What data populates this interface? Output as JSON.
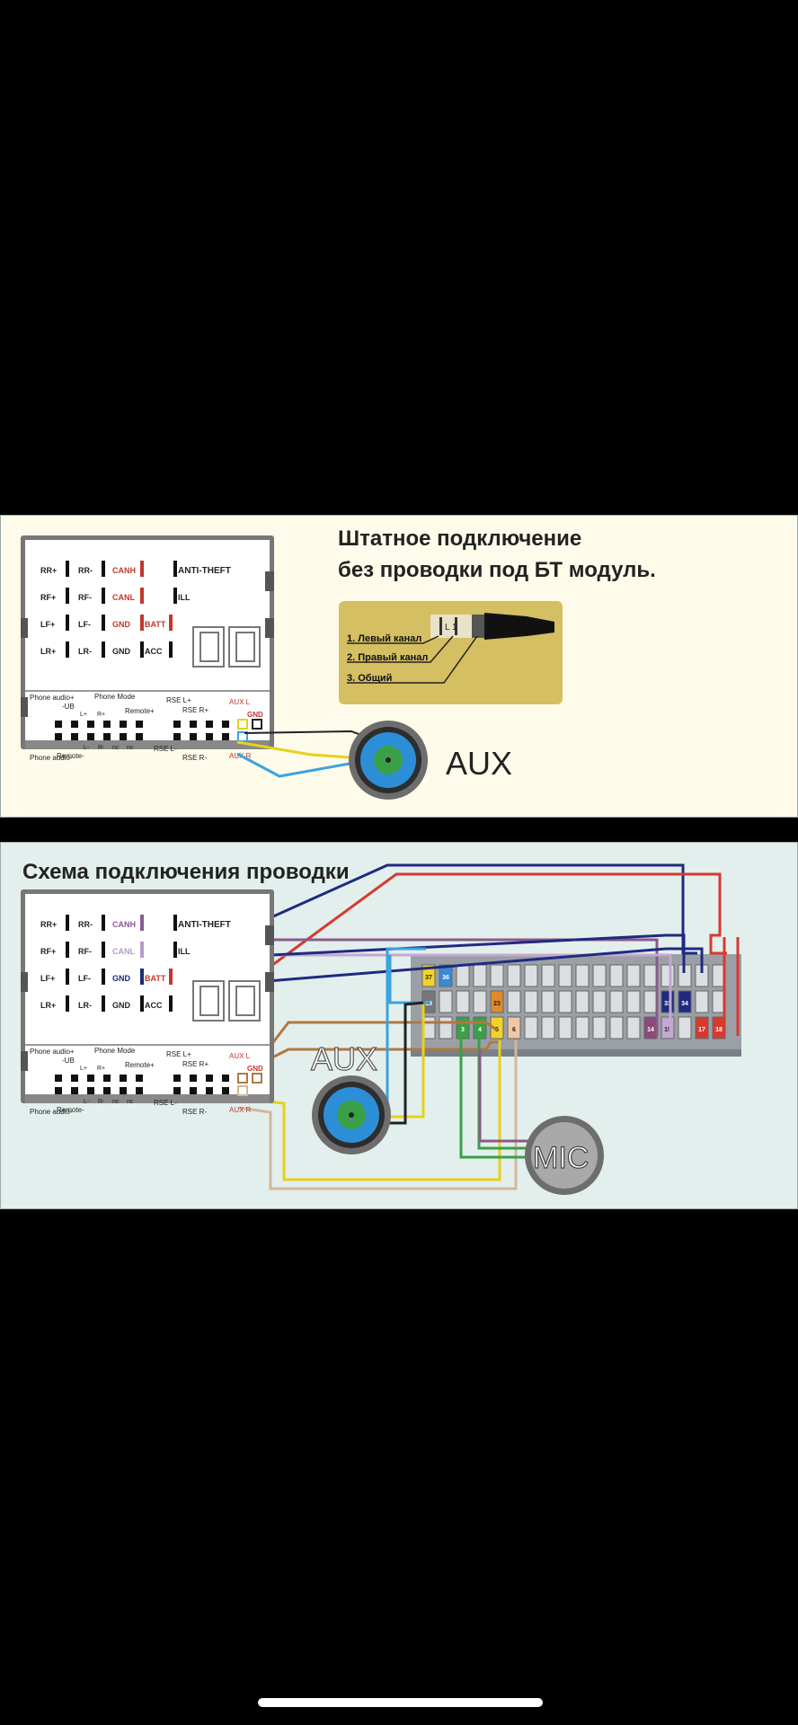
{
  "top": {
    "title_line1": "Штатное подключение",
    "title_line2": "без проводки под БТ модуль.",
    "jack_labels": [
      "1. Левый канал",
      "2. Правый канал",
      "3. Общий"
    ],
    "jack_pins": "L  1",
    "aux_label": "AUX"
  },
  "bottom": {
    "title": "Схема подключения проводки",
    "aux_label": "AUX",
    "mic_label": "MIC"
  },
  "connector": {
    "rows": [
      [
        "RR+",
        "RR-",
        "CANH",
        "ANTI-THEFT"
      ],
      [
        "RF+",
        "RF-",
        "CANL",
        "ILL"
      ],
      [
        "LF+",
        "LF-",
        "GND",
        "BATT"
      ],
      [
        "LR+",
        "LR-",
        "GND",
        "ACC"
      ]
    ],
    "phone_audio_plus": "Phone audio+",
    "phone_audio_minus": "Phone audio-",
    "phone_mode": "Phone Mode",
    "remote_plus": "Remote+",
    "remote_minus": "Remote-",
    "sub": "-UB",
    "l_plus": "L+",
    "r_plus": "R+",
    "l_minus": "L-",
    "r_minus": "R-",
    "nc1": "nc",
    "nc2": "nc",
    "rse_l_plus": "RSE L+",
    "rse_r_plus": "RSE R+",
    "rse_l_minus": "RSE L-",
    "rse_r_minus": "RSE R-",
    "aux_l": "AUX L",
    "aux_r": "AUX R",
    "gnd": "GND"
  },
  "pins": [
    "37",
    "36",
    "19",
    "23",
    "3",
    "4",
    "5",
    "6",
    "33",
    "34",
    "14",
    "15",
    "17",
    "18"
  ],
  "colors": {
    "red_label": "#c0392b",
    "purple_label": "#8a5a95",
    "lilac_label": "#b59bc6",
    "navy_label": "#1e2a78",
    "wire_yellow": "#e6d21a",
    "wire_blue": "#3aa3e0",
    "wire_black": "#222222",
    "wire_navy": "#1f2a80",
    "wire_red": "#d63a2f",
    "wire_purple": "#8a5a8a",
    "wire_green": "#3aa047",
    "wire_brown": "#b07840",
    "wire_tan": "#d2b89a"
  }
}
